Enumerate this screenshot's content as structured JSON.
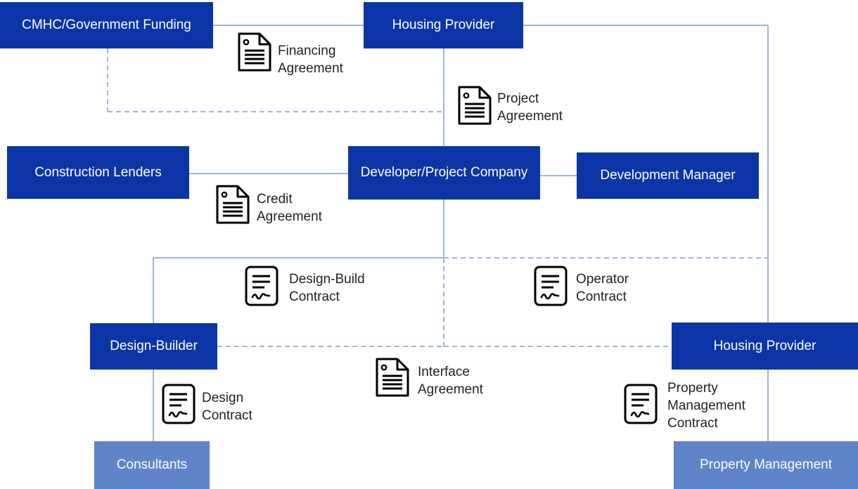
{
  "entities": {
    "cmhc": "CMHC/Government Funding",
    "housing_provider_top": "Housing Provider",
    "construction_lenders": "Construction Lenders",
    "developer": "Developer/Project Company",
    "development_manager": "Development Manager",
    "design_builder": "Design-Builder",
    "housing_provider_bottom": "Housing Provider",
    "consultants": "Consultants",
    "property_management": "Property Management"
  },
  "agreements": {
    "financing": [
      "Financing",
      "Agreement"
    ],
    "project": [
      "Project",
      "Agreement"
    ],
    "credit": [
      "Credit",
      "Agreement"
    ],
    "design_build": [
      "Design-Build",
      "Contract"
    ],
    "operator": [
      "Operator",
      "Contract"
    ],
    "interface": [
      "Interface",
      "Agreement"
    ],
    "design": [
      "Design",
      "Contract"
    ],
    "property_management": [
      "Property",
      "Management",
      "Contract"
    ]
  },
  "icons": {
    "agreement": "agreement-document-icon",
    "contract": "contract-signature-icon"
  },
  "colors": {
    "primary_box": "#0b35a6",
    "secondary_box": "#5f84c8",
    "connector": "#9fb4dc"
  }
}
